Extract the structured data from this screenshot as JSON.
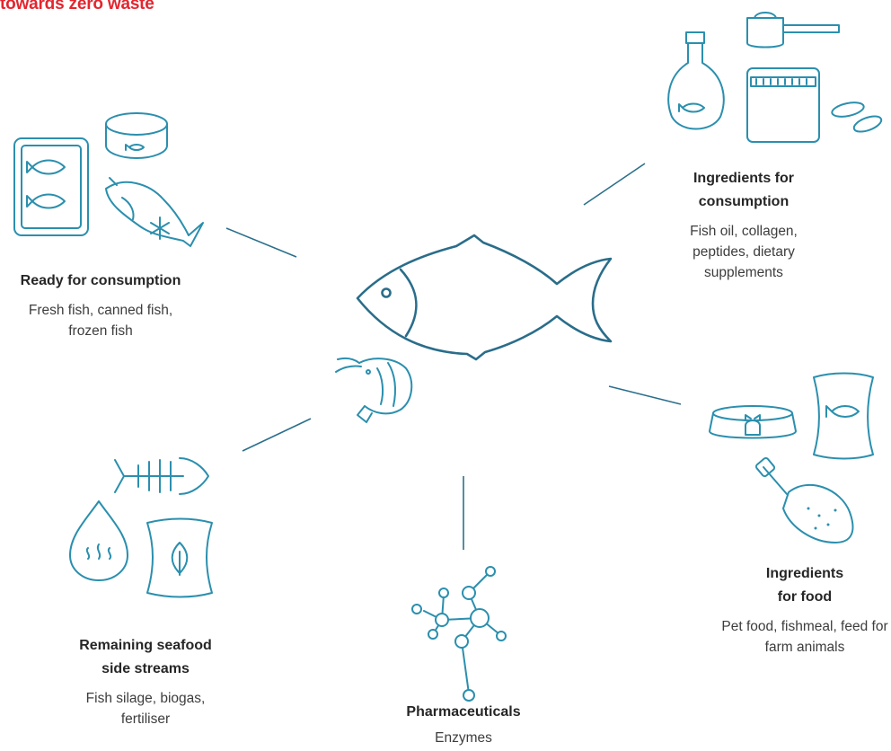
{
  "title": "towards zero waste",
  "categories": [
    {
      "id": "ready",
      "heading": "Ready for consumption",
      "desc": "Fresh fish, canned fish, frozen fish"
    },
    {
      "id": "ingr-cons",
      "heading": "Ingredients for consumption",
      "desc": "Fish oil, collagen, peptides, dietary supplements"
    },
    {
      "id": "ingr-food",
      "heading": "Ingredients for food",
      "desc": "Pet food, fishmeal, feed for farm animals"
    },
    {
      "id": "pharma",
      "heading": "Pharmaceuticals",
      "desc": "Enzymes"
    },
    {
      "id": "side",
      "heading": "Remaining seafood side streams",
      "desc": "Fish silage, biogas, fertiliser"
    }
  ],
  "colors": {
    "title": "#e3262f",
    "icon": "#2b8fae",
    "fish": "#2a6d8a",
    "connector": "#2b6f8c"
  }
}
